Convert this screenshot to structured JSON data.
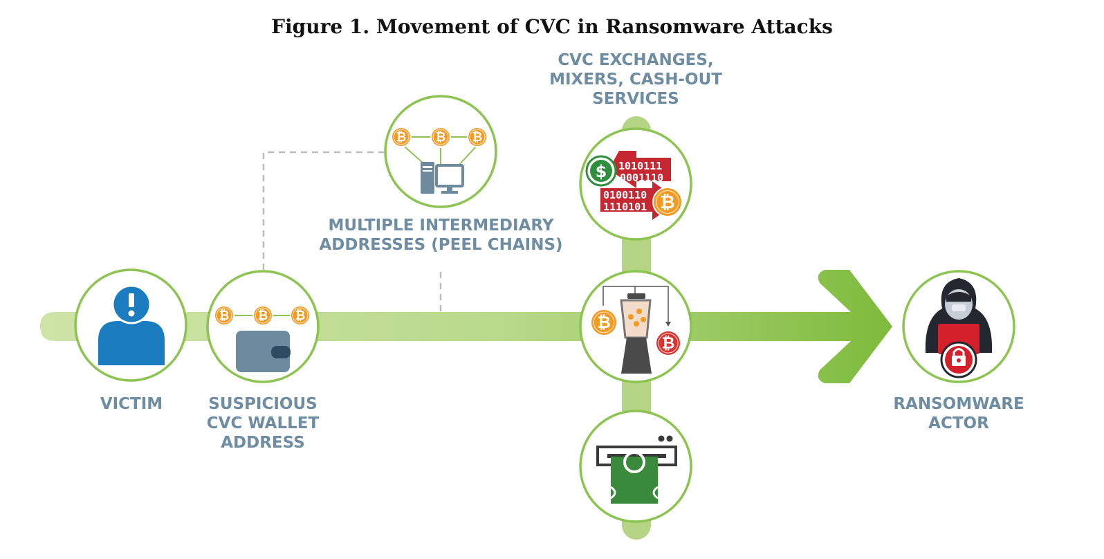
{
  "figure_title": "Figure 1. Movement of CVC in Ransomware Attacks",
  "labels": {
    "victim": "VICTIM",
    "wallet": "SUSPICIOUS\nCVC WALLET\nADDRESS",
    "intermediary": "MULTIPLE INTERMEDIARY\nADDRESSES (PEEL CHAINS)",
    "exchanges": "CVC EXCHANGES,\nMIXERS, CASH-OUT\nSERVICES",
    "actor": "RANSOMWARE\nACTOR"
  },
  "icons": {
    "victim": "person-alert-icon",
    "wallet": "wallet-icon",
    "intermediary": "computer-network-icon",
    "exchange": "currency-exchange-icon",
    "mixer": "blender-mixer-icon",
    "cashout": "atm-cash-icon",
    "actor": "hooded-hacker-icon"
  },
  "binary_text": [
    "1010111",
    "0001110",
    "0100110",
    "1110101"
  ],
  "coin_symbol": "₿",
  "dollar_symbol": "$",
  "colors": {
    "flow_light": "#c5df98",
    "flow_dark": "#7dbb3c",
    "circle_border": "#8dc351",
    "label": "#6e8da2",
    "person": "#1c7cc0",
    "coin_orange": "#f39a23",
    "coin_red": "#d7342f",
    "exchange_red": "#c62832",
    "dollar_green": "#2f8f3c",
    "device_gray": "#6d8a9e",
    "actor_red": "#d4202b"
  }
}
